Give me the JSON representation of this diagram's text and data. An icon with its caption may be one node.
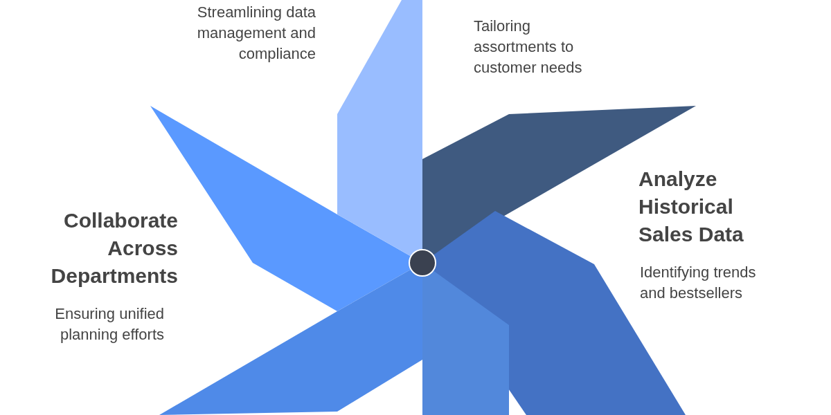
{
  "diagram": {
    "labels": [
      "Streamlining data management and compliance",
      "Tailoring assortments to customer needs",
      "Analyze Historical Sales Data",
      "Collaborate Across Departments",
      "Identifying trends and bestsellers",
      "Ensuring unified planning efforts"
    ]
  }
}
